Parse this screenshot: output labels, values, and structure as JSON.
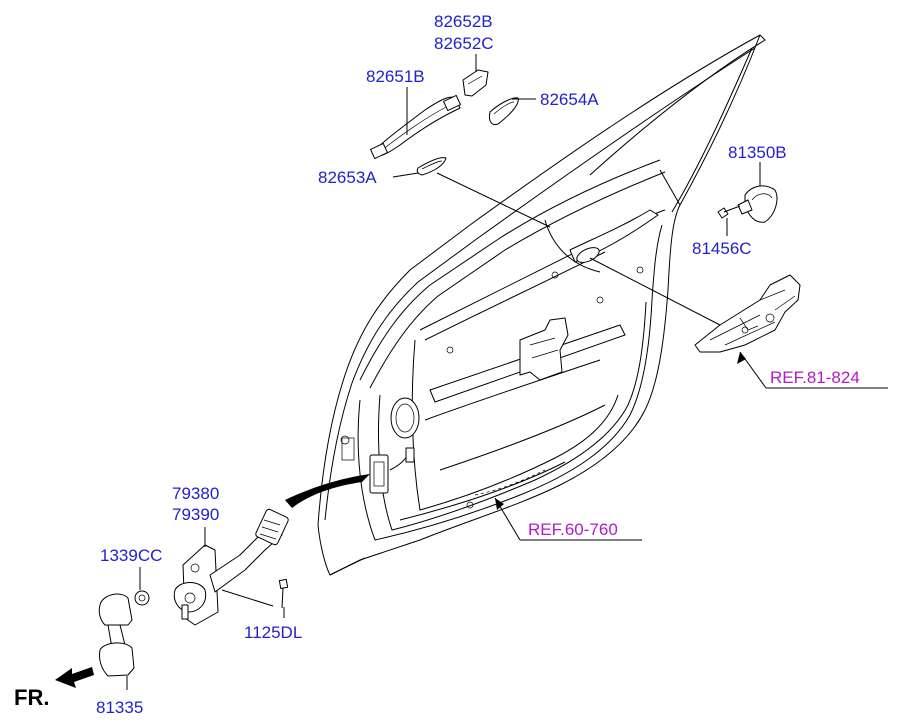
{
  "labels": {
    "l82652b": "82652B",
    "l82652c": "82652C",
    "l82651b": "82651B",
    "l82654a": "82654A",
    "l82653a": "82653A",
    "l81350b": "81350B",
    "l81456c": "81456C",
    "l79380": "79380",
    "l79390": "79390",
    "l1339cc": "1339CC",
    "l1125dl": "1125DL",
    "l81335": "81335"
  },
  "refs": {
    "ref81": "REF.81-824",
    "ref60": "REF.60-760"
  },
  "direction": "FR.",
  "colors": {
    "part_label": "#2222cc",
    "ref_label": "#b21cc8",
    "line": "#000000"
  }
}
